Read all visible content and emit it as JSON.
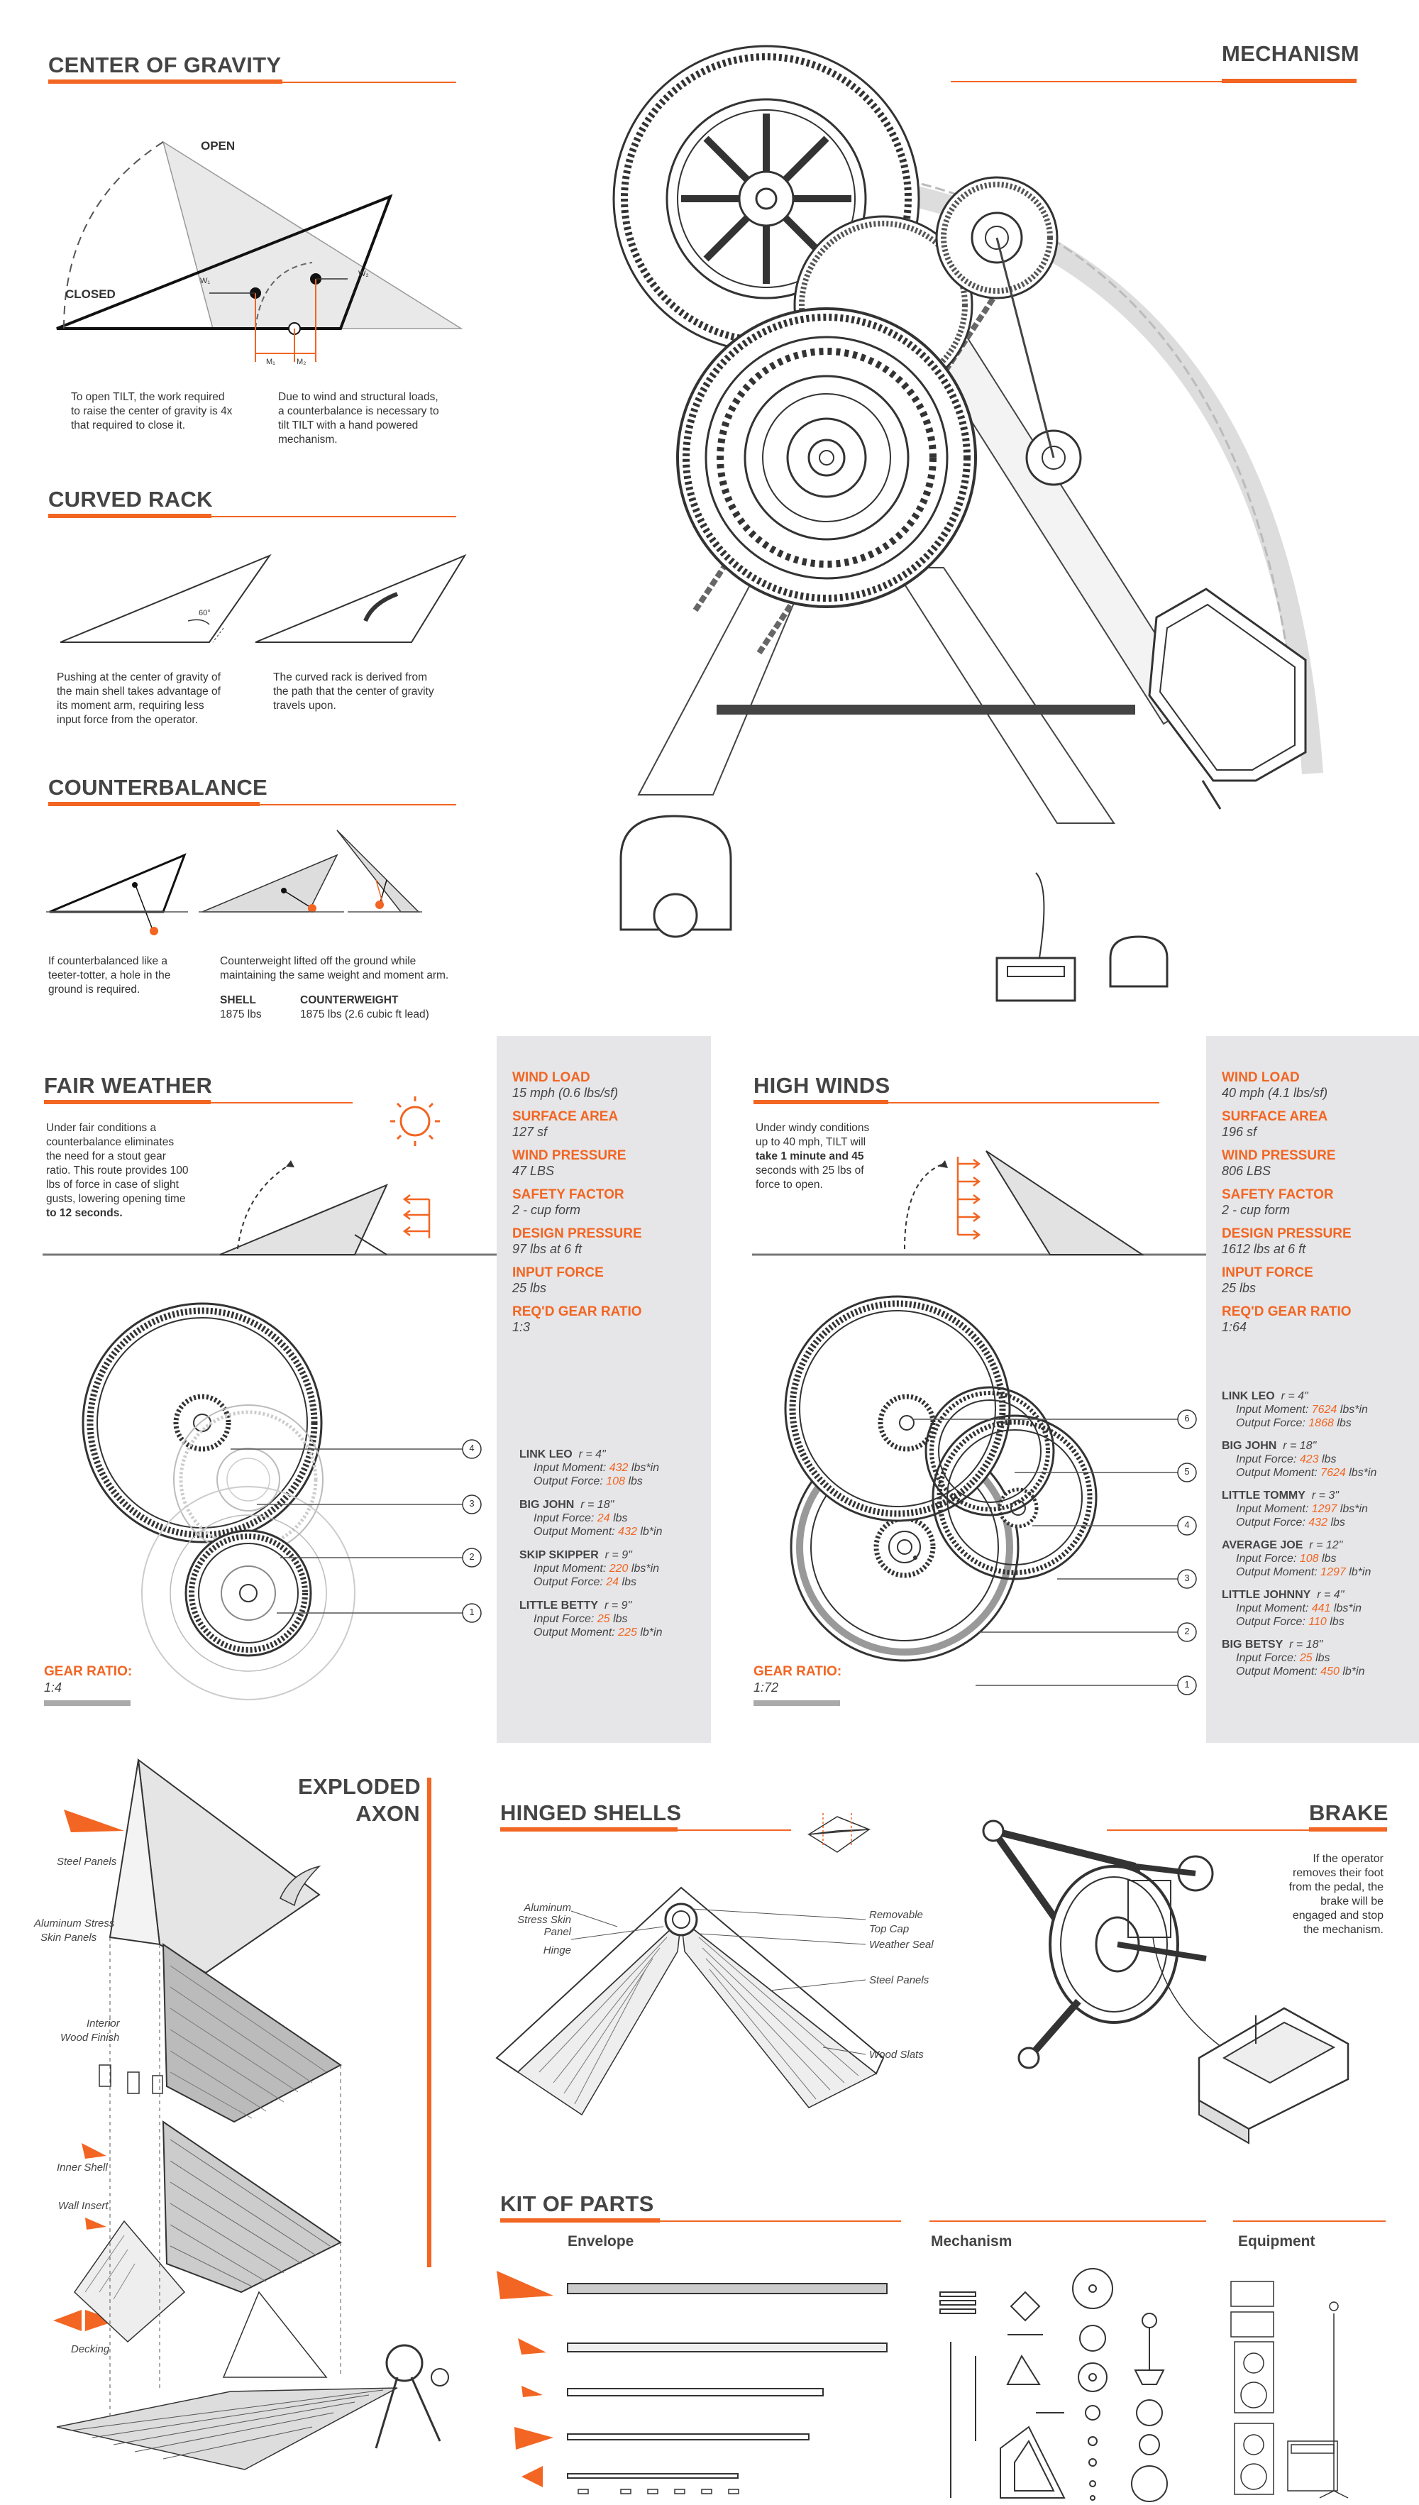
{
  "cog": {
    "title": "CENTER OF GRAVITY",
    "open": "OPEN",
    "closed": "CLOSED",
    "w1": "W₁",
    "w2": "W₂",
    "m1": "M₁",
    "m2": "M₂",
    "text_left": [
      "To open TILT, the work required",
      "to raise the center of gravity is 4x",
      "that required to close it."
    ],
    "text_right": [
      "Due to wind and structural loads,",
      "a counterbalance is necessary to",
      "tilt TILT with a hand powered",
      "mechanism."
    ]
  },
  "rack": {
    "title": "CURVED RACK",
    "angle": "60°",
    "text_left": [
      "Pushing at the center of gravity of",
      "the main shell takes advantage of",
      "its moment arm, requiring less",
      "input force from the operator."
    ],
    "text_right": [
      "The curved rack is derived from",
      "the path that the center of gravity",
      "travels upon."
    ]
  },
  "counter": {
    "title": "COUNTERBALANCE",
    "text_left": [
      "If counterbalanced like a",
      "teeter-totter, a hole in the",
      "ground is required."
    ],
    "text_right": [
      "Counterweight lifted off the ground while",
      "maintaining the same weight and moment arm."
    ],
    "shell_label": "SHELL",
    "shell_value": "1875 lbs",
    "cw_label": "COUNTERWEIGHT",
    "cw_value": "1875 lbs (2.6 cubic ft lead)"
  },
  "mechanism": {
    "title": "MECHANISM"
  },
  "fair": {
    "title": "FAIR WEATHER",
    "text": [
      "Under fair conditions a",
      "counterbalance eliminates",
      "the need for a stout gear",
      "ratio. This route provides 100",
      "lbs of force in case of slight",
      "gusts, lowering opening time",
      "to 12 seconds."
    ],
    "gear_ratio_label": "GEAR RATIO:",
    "gear_ratio_value": "1:4",
    "callouts": [
      "4",
      "3",
      "2",
      "1"
    ],
    "specs": [
      {
        "label": "WIND LOAD",
        "value": "15 mph (0.6 lbs/sf)"
      },
      {
        "label": "SURFACE AREA",
        "value": "127 sf"
      },
      {
        "label": "WIND PRESSURE",
        "value": "47 LBS"
      },
      {
        "label": "SAFETY FACTOR",
        "value": "2 - cup form"
      },
      {
        "label": "DESIGN PRESSURE",
        "value": "97 lbs at 6 ft"
      },
      {
        "label": "INPUT FORCE",
        "value": "25 lbs"
      },
      {
        "label": "REQ'D GEAR RATIO",
        "value": "1:3"
      }
    ],
    "gears": [
      {
        "name": "LINK LEO",
        "r": "r = 4\"",
        "l1": "Input Moment:",
        "v1": "432",
        "u1": "lbs*in",
        "l2": "Output Force:",
        "v2": "108",
        "u2": "lbs"
      },
      {
        "name": "BIG JOHN",
        "r": "r = 18\"",
        "l1": "Input Force:",
        "v1": "24",
        "u1": "lbs",
        "l2": "Output Moment:",
        "v2": "432",
        "u2": "lb*in"
      },
      {
        "name": "SKIP SKIPPER",
        "r": "r = 9\"",
        "l1": "Input Moment:",
        "v1": "220",
        "u1": "lbs*in",
        "l2": "Output Force:",
        "v2": "24",
        "u2": "lbs"
      },
      {
        "name": "LITTLE BETTY",
        "r": "r = 9\"",
        "l1": "Input Force:",
        "v1": "25",
        "u1": "lbs",
        "l2": "Output Moment:",
        "v2": "225",
        "u2": "lb*in"
      }
    ]
  },
  "high": {
    "title": "HIGH WINDS",
    "text": [
      "Under windy conditions",
      "up to 40 mph, TILT will",
      "take 1 minute and 45",
      "seconds with 25 lbs of",
      "force to open."
    ],
    "gear_ratio_label": "GEAR RATIO:",
    "gear_ratio_value": "1:72",
    "callouts": [
      "6",
      "5",
      "4",
      "3",
      "2",
      "1"
    ],
    "specs": [
      {
        "label": "WIND LOAD",
        "value": "40 mph (4.1 lbs/sf)"
      },
      {
        "label": "SURFACE AREA",
        "value": "196 sf"
      },
      {
        "label": "WIND PRESSURE",
        "value": "806 LBS"
      },
      {
        "label": "SAFETY FACTOR",
        "value": "2 - cup form"
      },
      {
        "label": "DESIGN PRESSURE",
        "value": "1612 lbs at 6 ft"
      },
      {
        "label": "INPUT FORCE",
        "value": "25 lbs"
      },
      {
        "label": "REQ'D GEAR RATIO",
        "value": "1:64"
      }
    ],
    "gears": [
      {
        "name": "LINK LEO",
        "r": "r = 4\"",
        "l1": "Input Moment:",
        "v1": "7624",
        "u1": "lbs*in",
        "l2": "Output Force:",
        "v2": "1868",
        "u2": "lbs"
      },
      {
        "name": "BIG JOHN",
        "r": "r = 18\"",
        "l1": "Input Force:",
        "v1": "423",
        "u1": "lbs",
        "l2": "Output Moment:",
        "v2": "7624",
        "u2": "lbs*in"
      },
      {
        "name": "LITTLE TOMMY",
        "r": "r = 3\"",
        "l1": "Input Moment:",
        "v1": "1297",
        "u1": "lbs*in",
        "l2": "Output Force:",
        "v2": "432",
        "u2": "lbs"
      },
      {
        "name": "AVERAGE JOE",
        "r": "r = 12\"",
        "l1": "Input Force:",
        "v1": "108",
        "u1": "lbs",
        "l2": "Output Moment:",
        "v2": "1297",
        "u2": "lb*in"
      },
      {
        "name": "LITTLE JOHNNY",
        "r": "r = 4\"",
        "l1": "Input Moment:",
        "v1": "441",
        "u1": "lbs*in",
        "l2": "Output Force:",
        "v2": "110",
        "u2": "lbs"
      },
      {
        "name": "BIG BETSY",
        "r": "r = 18\"",
        "l1": "Input Force:",
        "v1": "25",
        "u1": "lbs",
        "l2": "Output Moment:",
        "v2": "450",
        "u2": "lb*in"
      }
    ]
  },
  "exploded": {
    "title1": "EXPLODED",
    "title2": "AXON",
    "labels": [
      "Steel Panels",
      "Aluminum Stress",
      "Skin Panels",
      "Interior",
      "Wood Finish",
      "Inner Shell",
      "Wall Insert",
      "Decking"
    ]
  },
  "hinged": {
    "title": "HINGED SHELLS",
    "labels_left": [
      "Aluminum",
      "Stress Skin",
      "Panel",
      "Hinge"
    ],
    "labels_right": [
      "Removable",
      "Top Cap",
      "Weather Seal",
      "Steel Panels",
      "Wood Slats"
    ]
  },
  "brake": {
    "title": "BRAKE",
    "text": [
      "If the operator",
      "removes their foot",
      "from the pedal, the",
      "brake will be",
      "engaged and stop",
      "the mechanism."
    ]
  },
  "kit": {
    "title": "KIT OF PARTS",
    "envelope": "Envelope",
    "mechanism": "Mechanism",
    "equipment": "Equipment"
  },
  "colors": {
    "accent": "#f26522",
    "panel": "#e6e6e8",
    "line": "#333333"
  }
}
